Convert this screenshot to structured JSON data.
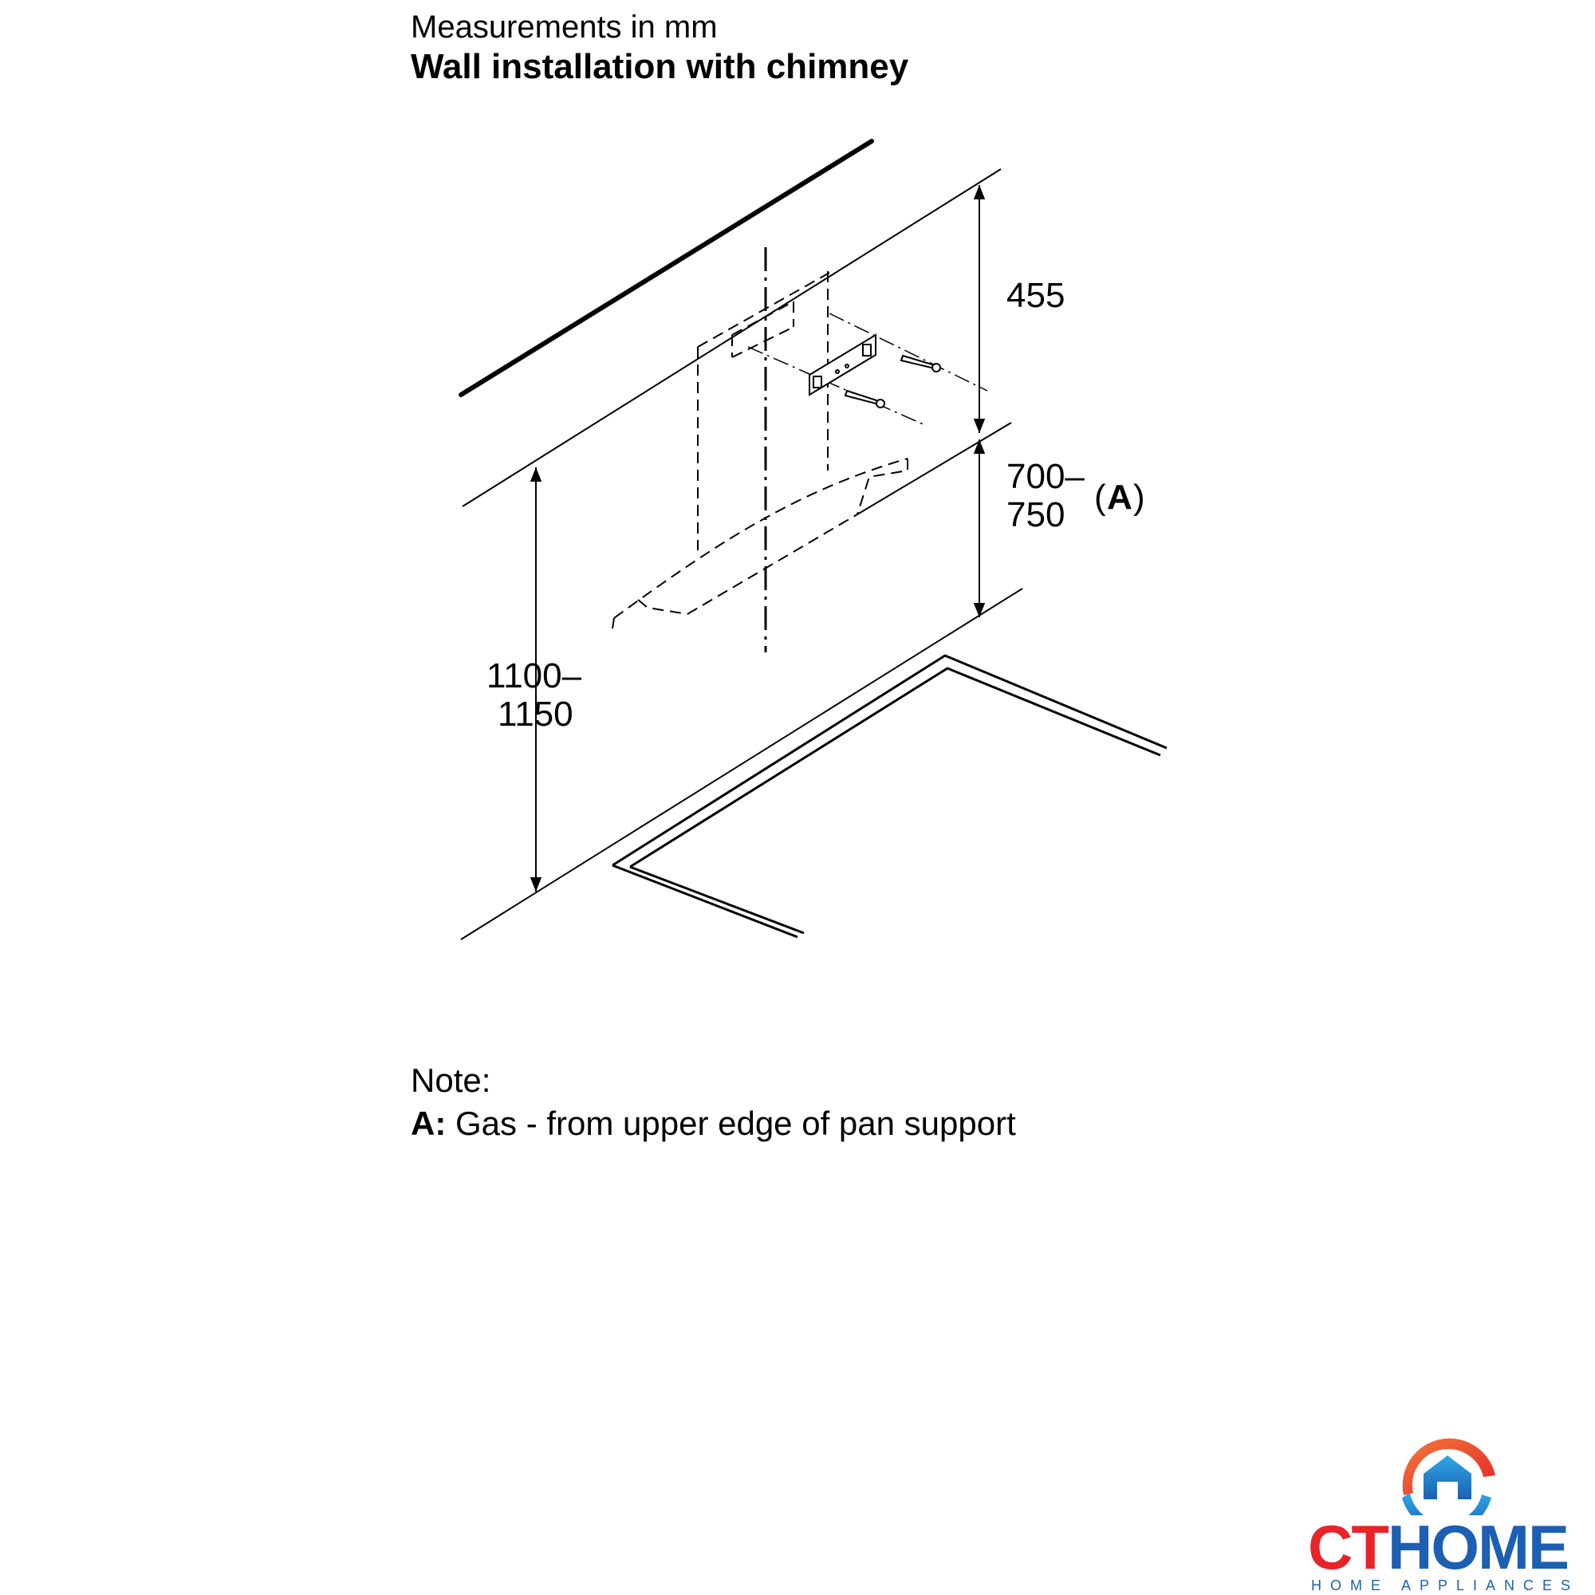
{
  "header": {
    "title_line1": "Measurements in mm",
    "title_line2": "Wall installation with chimney"
  },
  "dimensions": {
    "upper": "455",
    "middle_line1": "700–",
    "middle_line2": "750",
    "middle_ref_open": "(",
    "middle_ref_letter": "A",
    "middle_ref_close": ")",
    "lower_line1": "1100–",
    "lower_line2": "1150"
  },
  "note": {
    "label": "Note:",
    "key": "A:",
    "text": " Gas - from upper edge of pan support"
  },
  "logo": {
    "brand_ct": "CT",
    "brand_home": "HOME",
    "tagline": "HOME APPLIANCES",
    "colors": {
      "red": "#e8232a",
      "blue": "#1c5fb3",
      "light_blue": "#2fa8e6"
    }
  }
}
